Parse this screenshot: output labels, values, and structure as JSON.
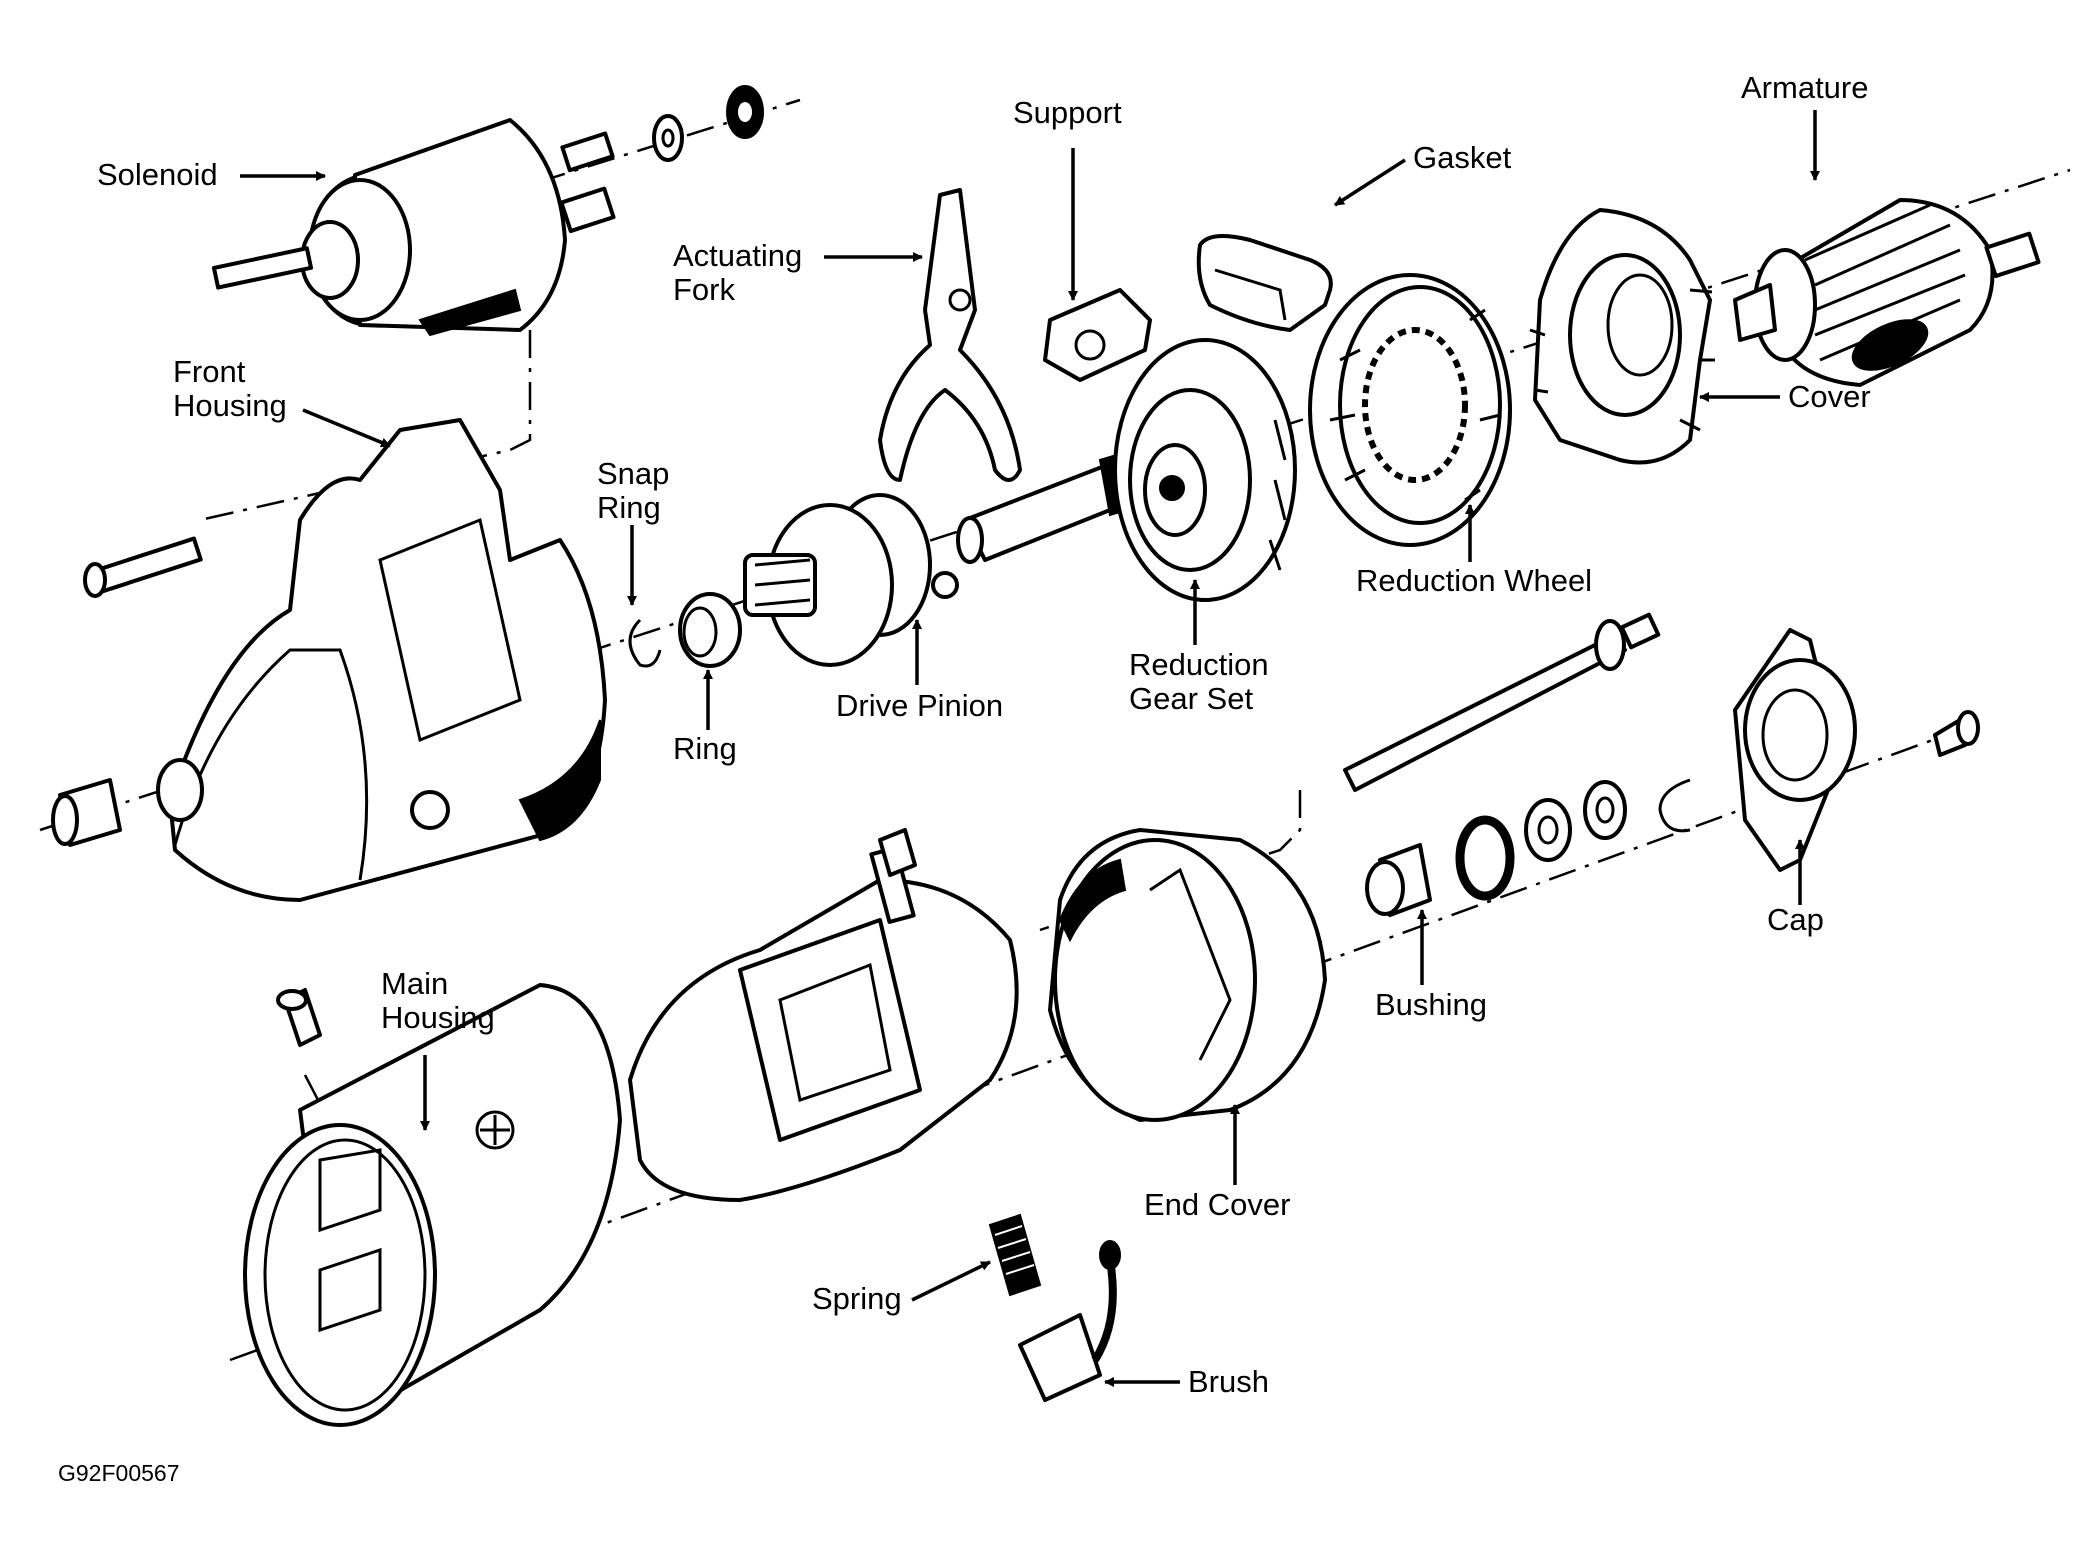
{
  "figure": {
    "title": "Starter motor exploded view",
    "code": "G92F00567",
    "ink_color": "#000000",
    "background": "#ffffff"
  },
  "labels": {
    "solenoid": "Solenoid",
    "front_housing_1": "Front",
    "front_housing_2": "Housing",
    "support": "Support",
    "actuating_fork_1": "Actuating",
    "actuating_fork_2": "Fork",
    "gasket": "Gasket",
    "armature": "Armature",
    "cover": "Cover",
    "snap_ring_1": "Snap",
    "snap_ring_2": "Ring",
    "reduction_wheel": "Reduction Wheel",
    "reduction_gear_set_1": "Reduction",
    "reduction_gear_set_2": "Gear Set",
    "drive_pinion": "Drive Pinion",
    "ring": "Ring",
    "cap": "Cap",
    "bushing": "Bushing",
    "main_housing_1": "Main",
    "main_housing_2": "Housing",
    "end_cover": "End Cover",
    "spring": "Spring",
    "brush": "Brush"
  }
}
